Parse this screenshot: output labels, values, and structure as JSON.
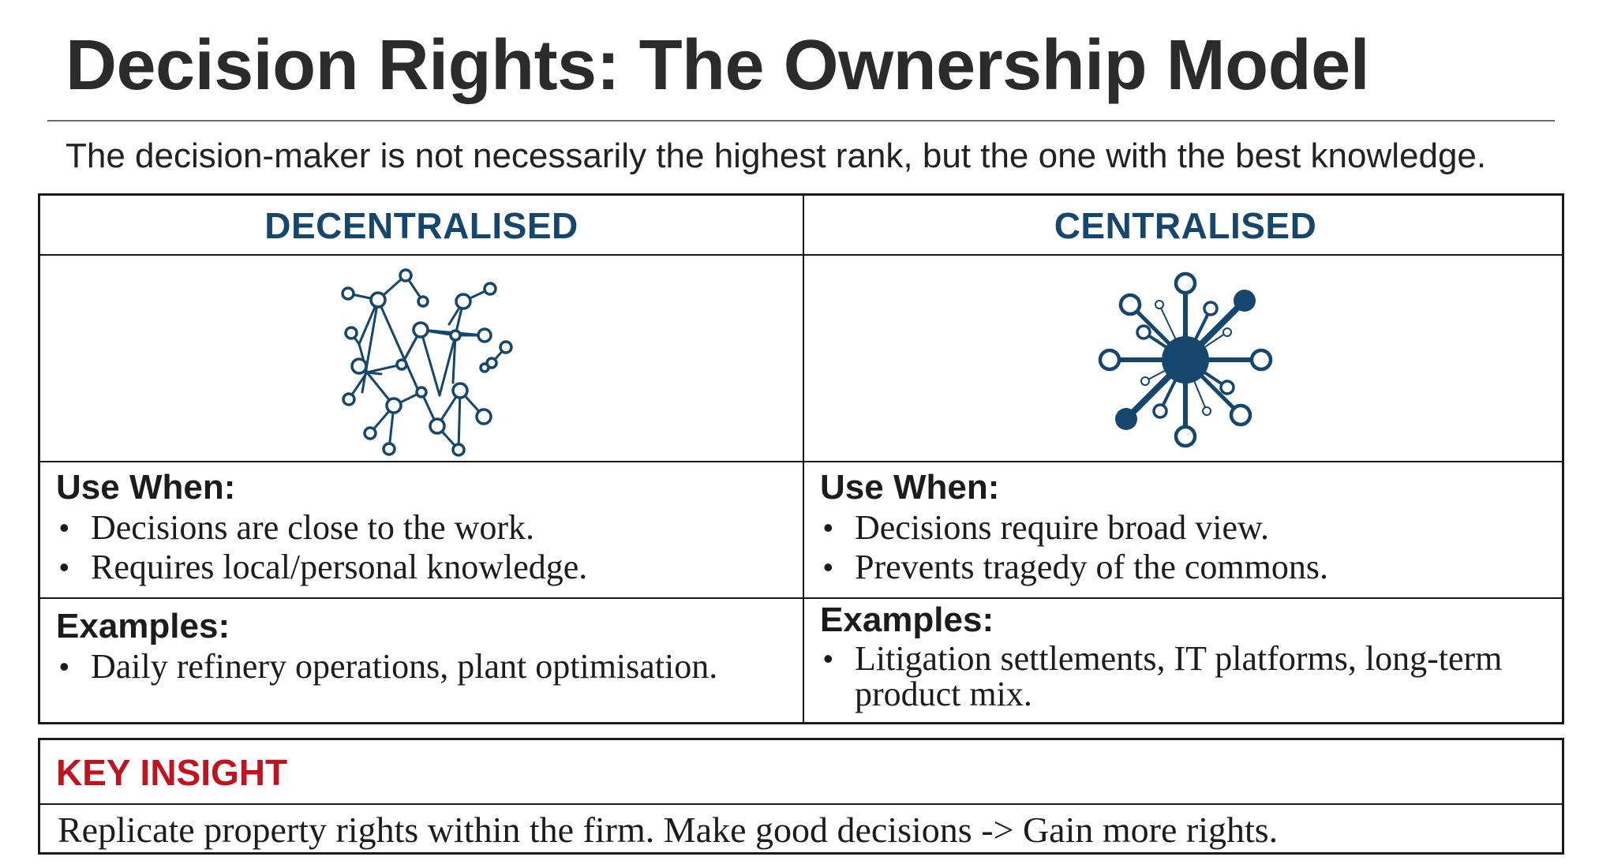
{
  "title": "Decision Rights: The Ownership Model",
  "subtitle": "The decision-maker is not necessarily the highest rank, but the one with the best knowledge.",
  "colors": {
    "heading_blue": "#15466e",
    "icon_blue": "#15466e",
    "insight_red": "#c1121f",
    "border": "#1a1a1a"
  },
  "columns": [
    {
      "heading": "DECENTRALISED",
      "icon": "distributed-network-icon",
      "use_when_label": "Use When:",
      "use_when": [
        "Decisions are close to the work.",
        "Requires local/personal knowledge."
      ],
      "examples_label": "Examples:",
      "examples": [
        "Daily refinery operations, plant optimisation."
      ]
    },
    {
      "heading": "CENTRALISED",
      "icon": "hub-and-spoke-icon",
      "use_when_label": "Use When:",
      "use_when": [
        "Decisions require broad view.",
        "Prevents tragedy of the commons."
      ],
      "examples_label": "Examples:",
      "examples": [
        "Litigation settlements, IT platforms, long-term product mix."
      ]
    }
  ],
  "key_insight": {
    "heading": "KEY INSIGHT",
    "text": "Replicate property rights within the firm. Make good decisions -> Gain more rights."
  }
}
